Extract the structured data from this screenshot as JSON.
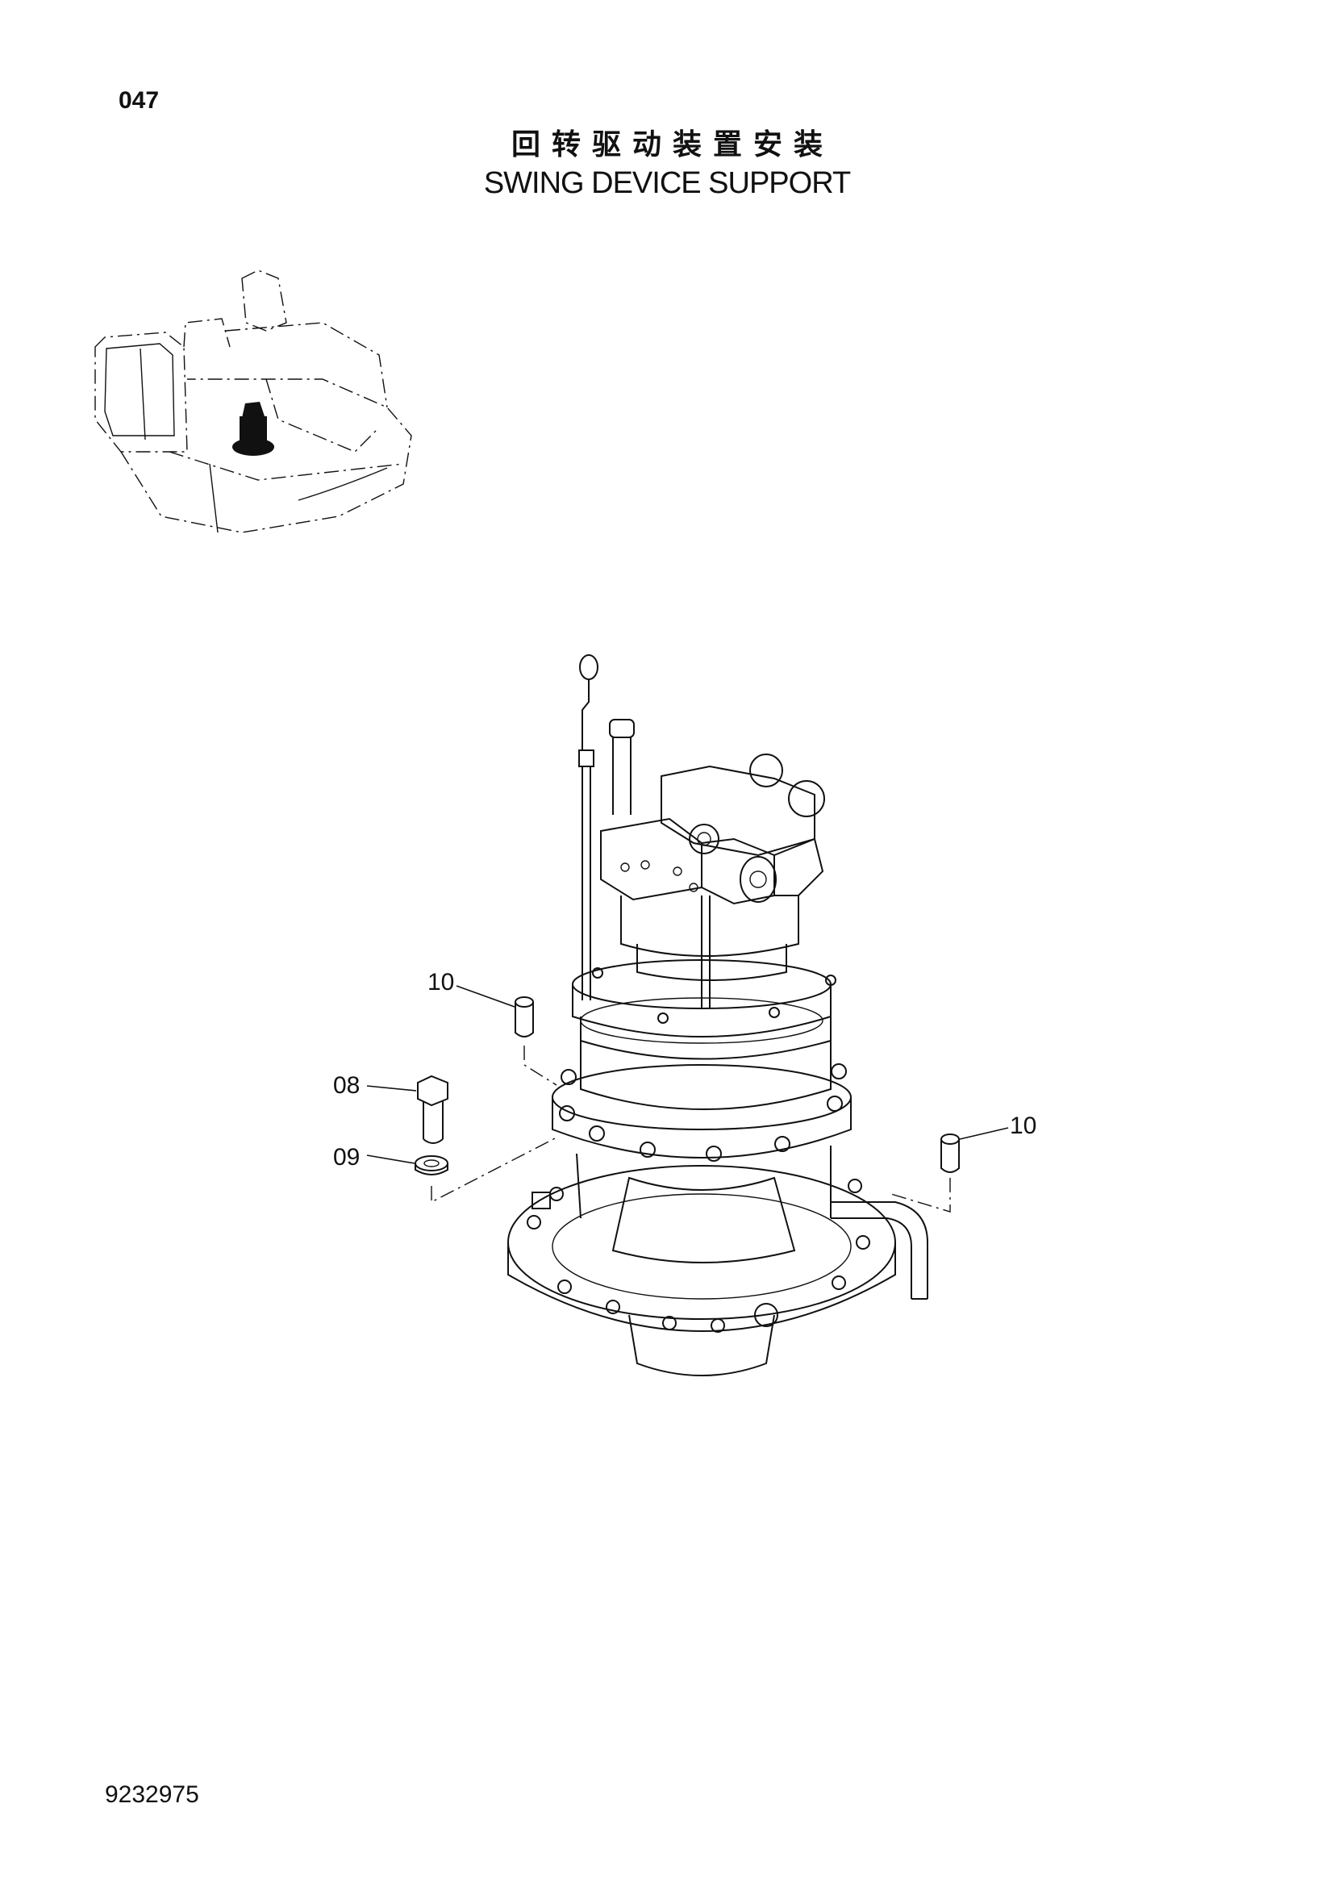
{
  "header": {
    "page_number": "047",
    "title_cn": "回转驱动装置安装",
    "title_en": "SWING DEVICE SUPPORT"
  },
  "callouts": {
    "bolt": "08",
    "washer": "09",
    "plug_left": "10",
    "plug_right": "10"
  },
  "footer": {
    "document_number": "9232975"
  }
}
